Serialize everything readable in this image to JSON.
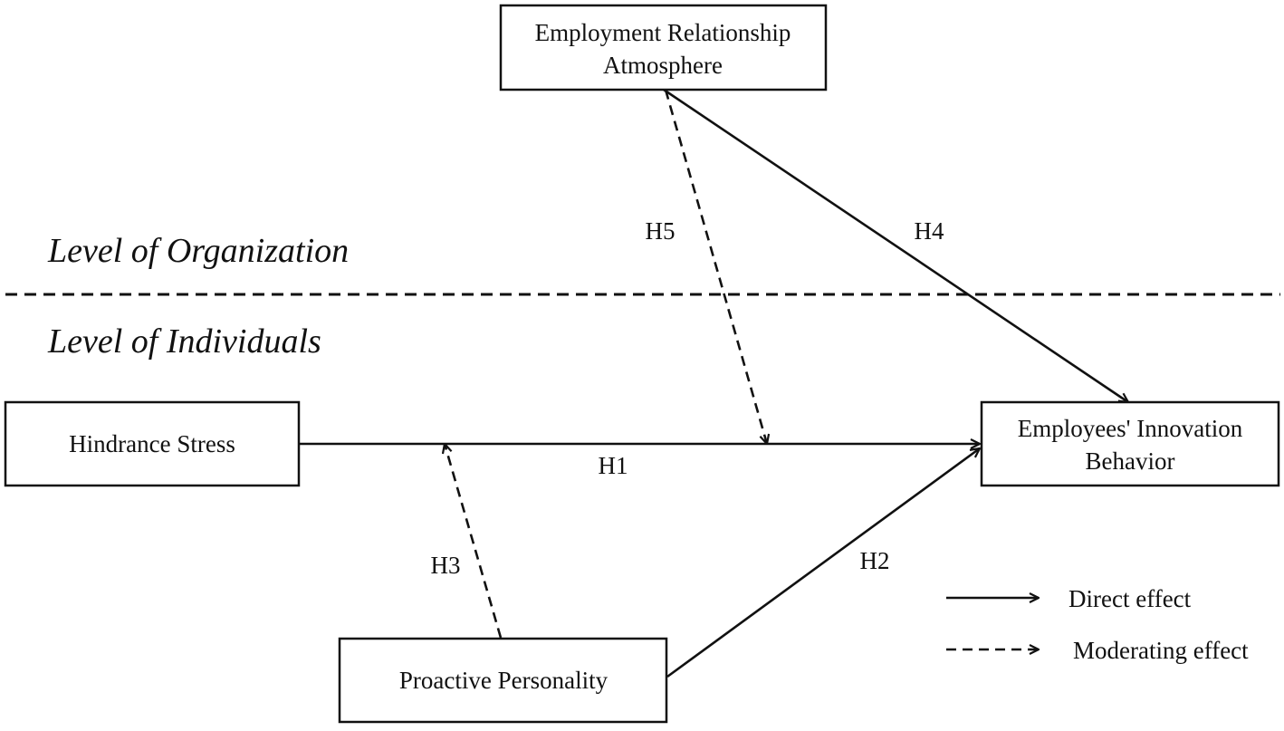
{
  "levels": {
    "organization": "Level of Organization",
    "individuals": "Level of Individuals"
  },
  "nodes": {
    "employment_relationship_atmosphere": [
      "Employment Relationship",
      "Atmosphere"
    ],
    "hindrance_stress": [
      "Hindrance Stress"
    ],
    "employees_innovation_behavior": [
      "Employees' Innovation",
      "Behavior"
    ],
    "proactive_personality": [
      "Proactive Personality"
    ]
  },
  "edges": {
    "h1": {
      "label": "H1",
      "from": "hindrance_stress",
      "to": "employees_innovation_behavior",
      "effect": "direct"
    },
    "h2": {
      "label": "H2",
      "from": "proactive_personality",
      "to": "employees_innovation_behavior",
      "effect": "direct"
    },
    "h3": {
      "label": "H3",
      "from": "proactive_personality",
      "to": "h1",
      "effect": "moderating"
    },
    "h4": {
      "label": "H4",
      "from": "employment_relationship_atmosphere",
      "to": "employees_innovation_behavior",
      "effect": "direct"
    },
    "h5": {
      "label": "H5",
      "from": "employment_relationship_atmosphere",
      "to": "h1",
      "effect": "moderating"
    }
  },
  "legend": {
    "direct": "Direct effect",
    "moderating": "Moderating effect"
  },
  "colors": {
    "ink": "#111111",
    "background": "#ffffff"
  }
}
